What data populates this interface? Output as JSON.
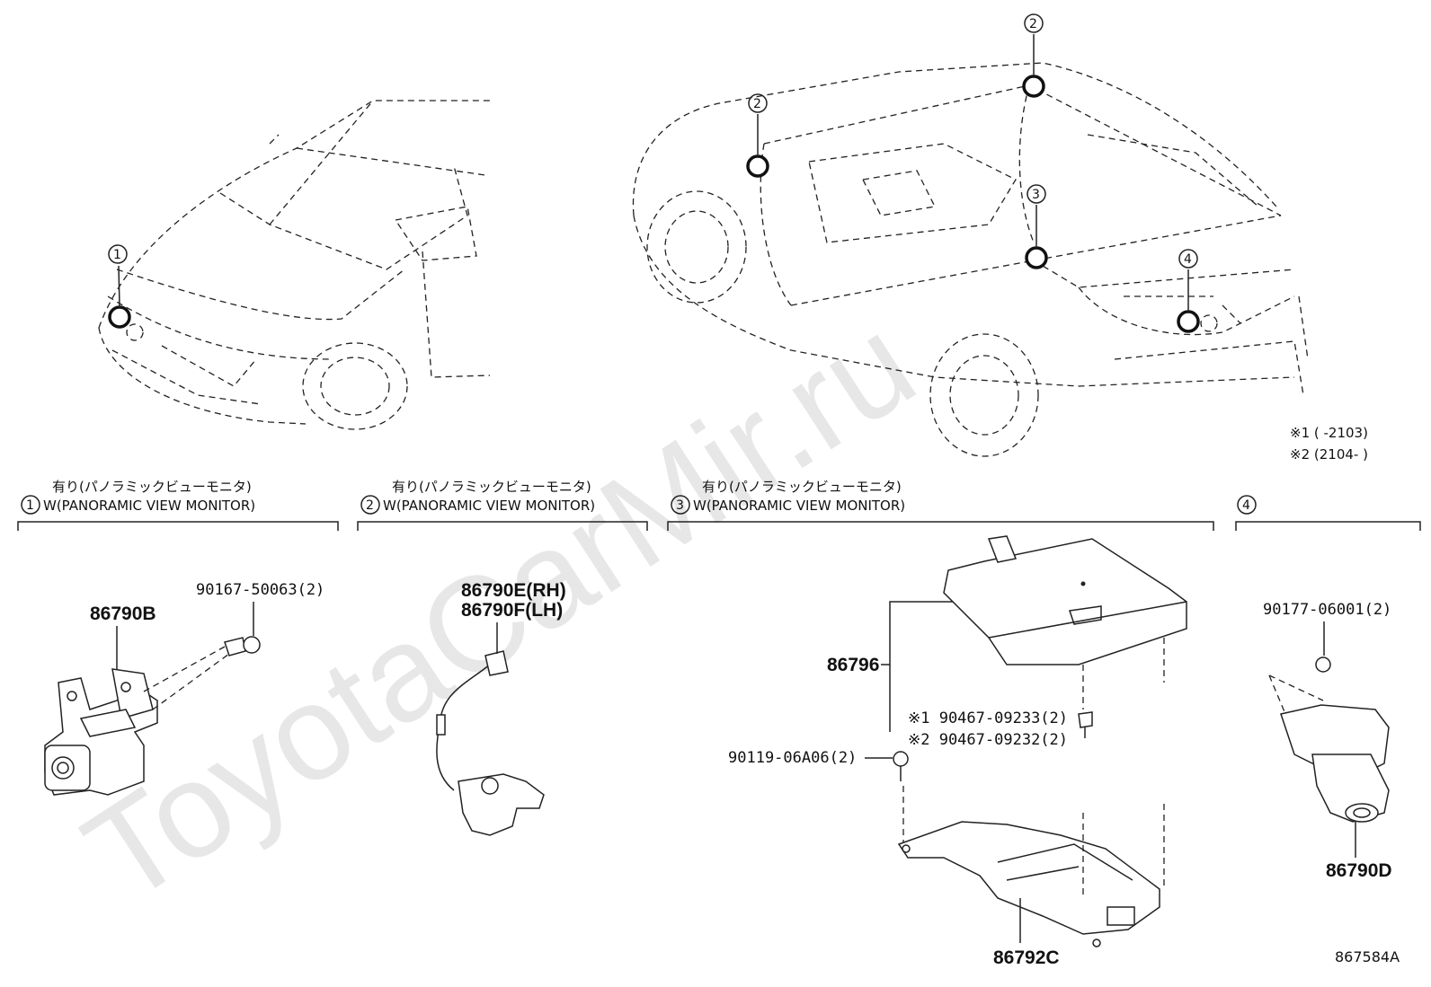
{
  "watermark": "ToyotaCarMir.ru",
  "diagram_code": "867584A",
  "markers": {
    "m1": "1",
    "m2a": "2",
    "m2b": "2",
    "m3": "3",
    "m4": "4"
  },
  "legend_notes": {
    "note1": "※1 (     -2103)",
    "note2": "※2 (2104-     )"
  },
  "sections": [
    {
      "num": "1",
      "jp": "有り(パノラミックビューモニタ)",
      "en": "W(PANORAMIC VIEW MONITOR)"
    },
    {
      "num": "2",
      "jp": "有り(パノラミックビューモニタ)",
      "en": "W(PANORAMIC VIEW MONITOR)"
    },
    {
      "num": "3",
      "jp": "有り(パノラミックビューモニタ)",
      "en": "W(PANORAMIC VIEW MONITOR)"
    },
    {
      "num": "4",
      "jp": "",
      "en": ""
    }
  ],
  "parts": {
    "p86790B": "86790B",
    "p90167": "90167-50063(2)",
    "p86790E": "86790E(RH)",
    "p86790F": "86790F(LH)",
    "p86796": "86796",
    "p90467a": "※1 90467-09233(2)",
    "p90467b": "※2 90467-09232(2)",
    "p90119": "90119-06A06(2)",
    "p86792C": "86792C",
    "p90177": "90177-06001(2)",
    "p86790D": "86790D"
  }
}
